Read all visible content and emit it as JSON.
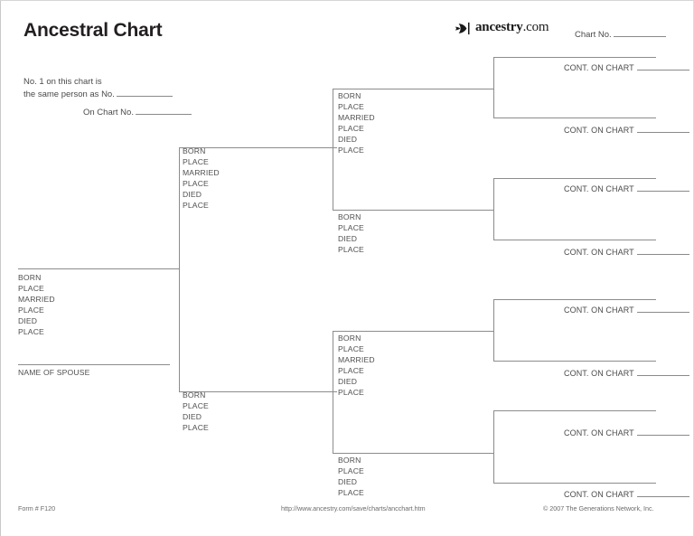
{
  "page": {
    "title": "Ancestral Chart",
    "form_number": "Form # F120",
    "url": "http://www.ancestry.com/save/charts/ancchart.htm",
    "copyright": "© 2007 The Generations Network, Inc.",
    "ink_color": "#4f4f4f",
    "rule_color": "#8c8c8c"
  },
  "logo": {
    "icon": "ancestry-leaf-icon",
    "brand": "ancestry",
    "tld": ".com"
  },
  "chart_no": {
    "label": "Chart No."
  },
  "note": {
    "line1": "No. 1 on this chart is",
    "line2": "the same person as No.",
    "line3": "On Chart No."
  },
  "labels": {
    "born": "BORN",
    "place": "PLACE",
    "married": "MARRIED",
    "died": "DIED",
    "name_of_spouse": "NAME OF SPOUSE",
    "cont_on_chart": "CONT. ON CHART"
  },
  "people": {
    "p1": {
      "name_value": "",
      "fields": [
        "BORN",
        "PLACE",
        "MARRIED",
        "PLACE",
        "DIED",
        "PLACE"
      ],
      "spouse_label": "NAME OF SPOUSE"
    },
    "p2": {
      "name_value": "",
      "fields": [
        "BORN",
        "PLACE",
        "MARRIED",
        "PLACE",
        "DIED",
        "PLACE"
      ]
    },
    "p3": {
      "name_value": "",
      "fields": [
        "BORN",
        "PLACE",
        "DIED",
        "PLACE"
      ]
    },
    "p4": {
      "name_value": "",
      "fields": [
        "BORN",
        "PLACE",
        "MARRIED",
        "PLACE",
        "DIED",
        "PLACE"
      ]
    },
    "p5": {
      "name_value": "",
      "fields": [
        "BORN",
        "PLACE",
        "DIED",
        "PLACE"
      ]
    },
    "p6": {
      "name_value": "",
      "fields": [
        "BORN",
        "PLACE",
        "MARRIED",
        "PLACE",
        "DIED",
        "PLACE"
      ]
    },
    "p7": {
      "name_value": "",
      "fields": [
        "BORN",
        "PLACE",
        "DIED",
        "PLACE"
      ]
    }
  },
  "continuations": [
    {
      "id": "cont-8",
      "label": "CONT. ON CHART"
    },
    {
      "id": "cont-9",
      "label": "CONT. ON CHART"
    },
    {
      "id": "cont-10",
      "label": "CONT. ON CHART"
    },
    {
      "id": "cont-11",
      "label": "CONT. ON CHART"
    },
    {
      "id": "cont-12",
      "label": "CONT. ON CHART"
    },
    {
      "id": "cont-13",
      "label": "CONT. ON CHART"
    },
    {
      "id": "cont-14",
      "label": "CONT. ON CHART"
    },
    {
      "id": "cont-15",
      "label": "CONT. ON CHART"
    }
  ]
}
